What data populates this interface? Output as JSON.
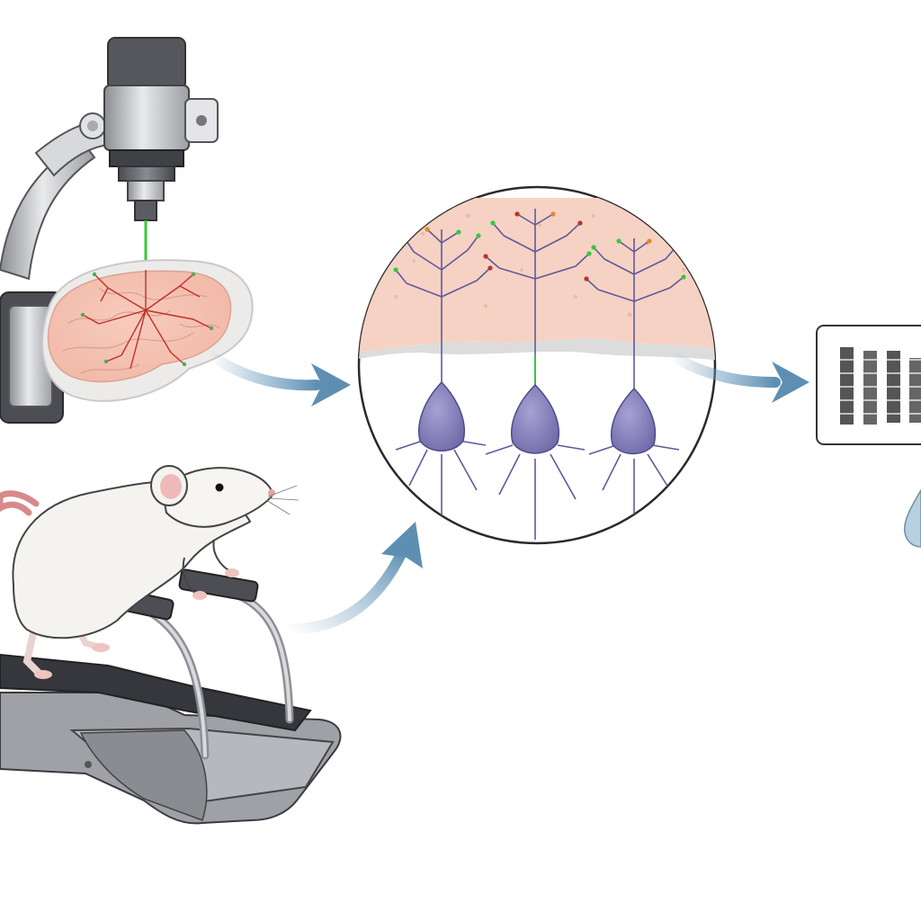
{
  "figure": {
    "stages": [
      {
        "id": "imaging",
        "icon": "two-photon-microscope-icon"
      },
      {
        "id": "behavior",
        "icon": "rat-on-treadmill-icon"
      },
      {
        "id": "cortex",
        "icon": "pyramidal-neurons-icon"
      },
      {
        "id": "analysis",
        "icon": "raster-plot-icon"
      }
    ],
    "colors": {
      "laser": "#35c93a",
      "cortex_tissue": "#f6d2c4",
      "neuron": "#7d78b4",
      "arrow": "#6f9cbc",
      "treadmill": "#5a5c63",
      "rat_fur": "#f4f3f0",
      "rat_tail": "#d88a8a"
    }
  }
}
